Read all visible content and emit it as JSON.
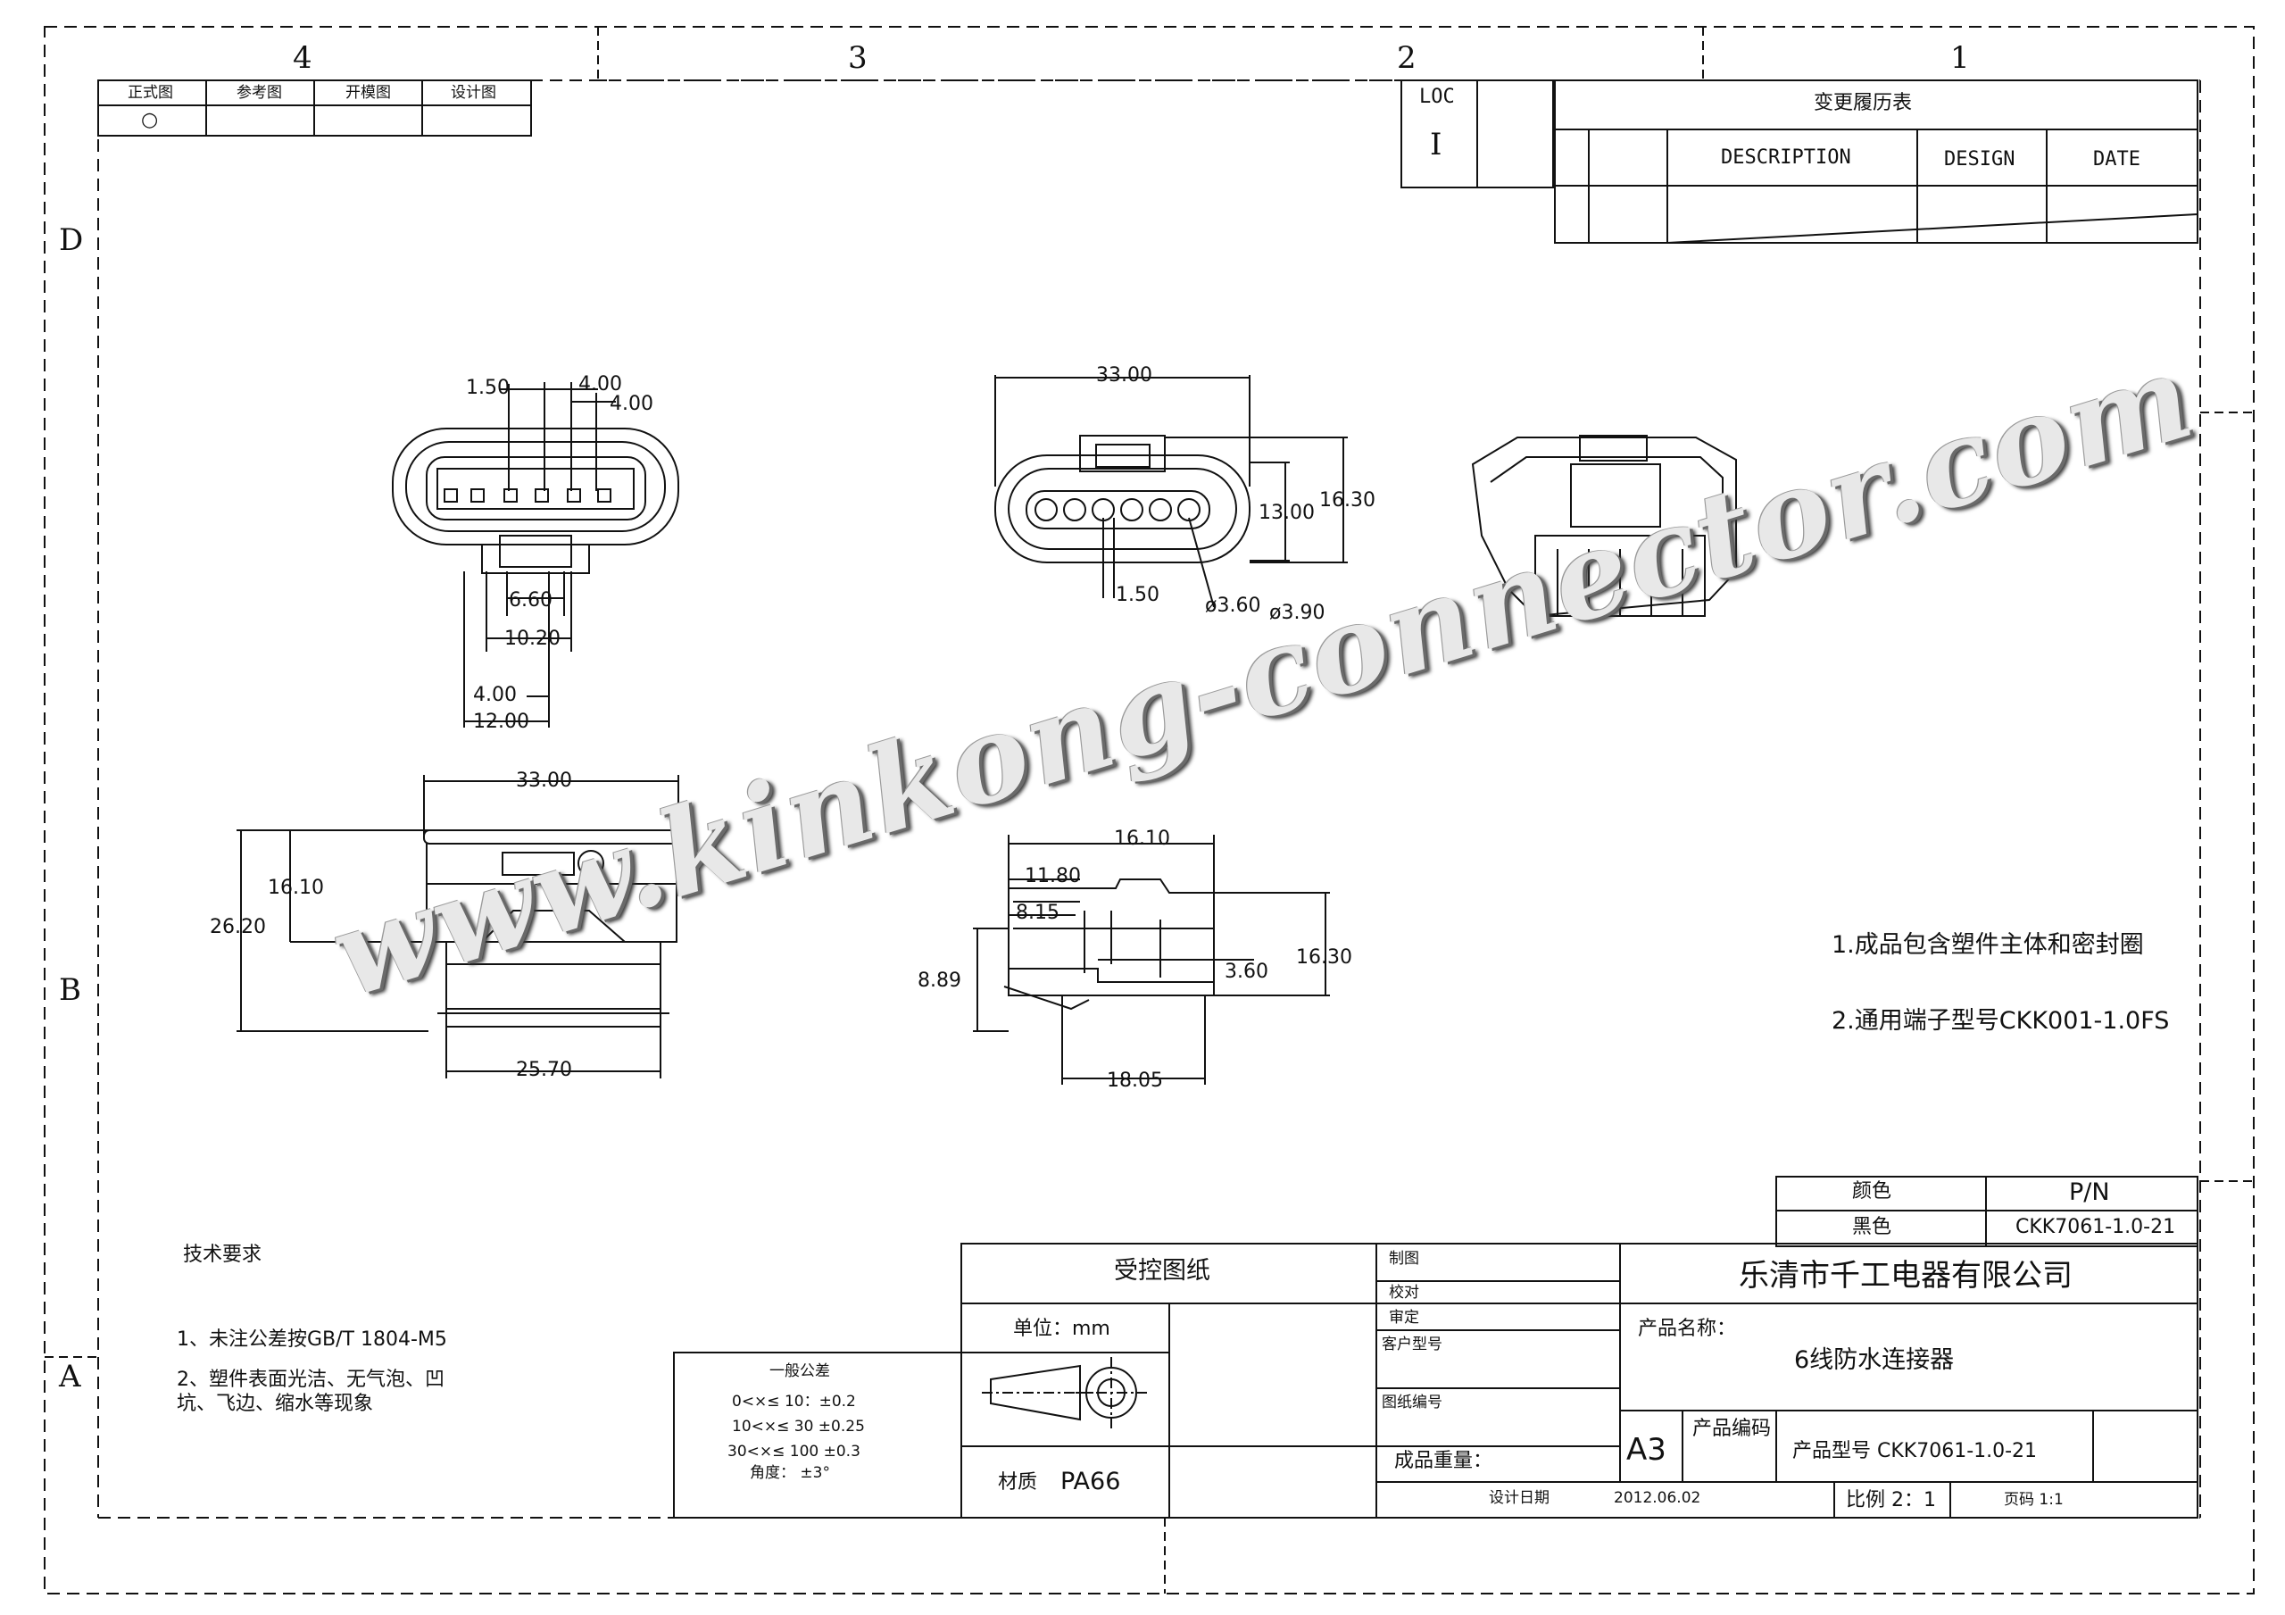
{
  "frame": {
    "columns": [
      "4",
      "3",
      "2",
      "1"
    ],
    "rows": [
      "D",
      "B",
      "A"
    ]
  },
  "drawing_type_table": {
    "headers": [
      "正式图",
      "参考图",
      "开模图",
      "设计图"
    ],
    "mark": "○"
  },
  "loc_box": {
    "label": "LOC",
    "value": "I"
  },
  "revision_table": {
    "title": "变更履历表",
    "headers": [
      "DESCRIPTION",
      "DESIGN",
      "DATE"
    ]
  },
  "dimensions": {
    "front_view": [
      "1.50",
      "4.00",
      "4.00",
      "6.60",
      "10.20",
      "4.00",
      "12.00"
    ],
    "rear_view": [
      "33.00",
      "13.00",
      "16.30",
      "1.50",
      "ø3.60",
      "ø3.90"
    ],
    "side_view": [
      "33.00",
      "16.10",
      "26.20",
      "25.70"
    ],
    "section_view": [
      "16.10",
      "11.80",
      "8.15",
      "8.89",
      "3.60",
      "16.30",
      "18.05"
    ]
  },
  "notes": [
    "1.成品包含塑件主体和密封圈",
    "2.通用端子型号CKK001-1.0FS"
  ],
  "tech_requirements": {
    "title": "技术要求",
    "items": [
      "1、未注公差按GB/T  1804-M5",
      "2、塑件表面光洁、无气泡、凹",
      "坑、飞边、缩水等现象"
    ]
  },
  "tolerance_table": {
    "title": "一般公差",
    "rows": [
      "0<×≤ 10：±0.2",
      "10<×≤ 30 ±0.25",
      "30<×≤ 100 ±0.3",
      "角度：          ±3°"
    ]
  },
  "material_block": {
    "controlled": "受控图纸",
    "unit": "单位：mm",
    "material_label": "材质",
    "material_value": "PA66"
  },
  "sign_fields": [
    "制图",
    "校对",
    "审定",
    "客户型号",
    "图纸编号"
  ],
  "weight_label": "成品重量：",
  "design_date": {
    "label": "设计日期",
    "value": "2012.06.02"
  },
  "color_pn": {
    "color_header": "颜色",
    "pn_header": "P/N",
    "color_value": "黑色",
    "pn_value": "CKK7061-1.0-21"
  },
  "title_block": {
    "company": "乐清市千工电器有限公司",
    "product_name_label": "产品名称：",
    "product_name": "6线防水连接器",
    "size": "A3",
    "product_code_label": "产品编码",
    "product_model": "产品型号 CKK7061-1.0-21",
    "scale": "比例  2：1",
    "page": "页码  1:1"
  },
  "watermark": "www.kinkong-connector.com"
}
